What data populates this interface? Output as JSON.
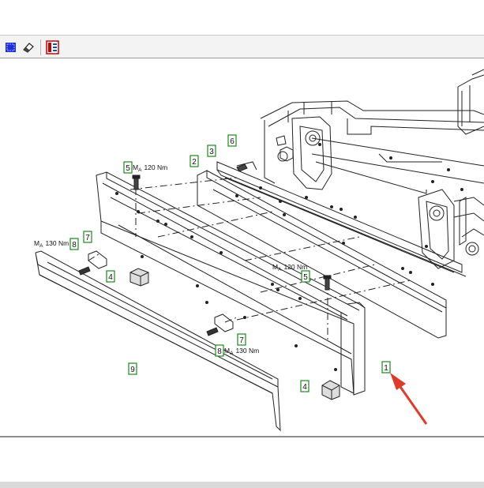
{
  "toolbar": {
    "icons": [
      "fit-view-icon",
      "eraser-icon",
      "parts-list-icon"
    ]
  },
  "drawing": {
    "callouts": {
      "c1": "1",
      "c2": "2",
      "c3": "3",
      "c4a": "4",
      "c4b": "4",
      "c5a": "5",
      "c5b": "5",
      "c6": "6",
      "c7a": "7",
      "c7b": "7",
      "c8a": "8",
      "c8b": "8",
      "c9": "9"
    },
    "torque": {
      "t5a": "120 Nm",
      "t5b": "120 Nm",
      "t8a": "130 Nm",
      "t8b": "130 Nm"
    },
    "torque_symbol": "M",
    "torque_subscript": "A"
  },
  "colors": {
    "callout_border": "#1a8a1a",
    "arrow": "#e03a2a"
  }
}
